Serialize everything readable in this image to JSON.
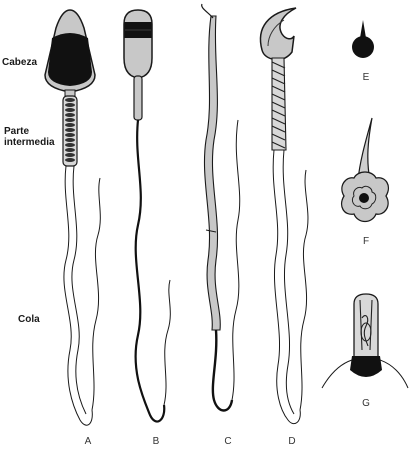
{
  "labels": {
    "head": "Cabeza",
    "midpiece_line1": "Parte",
    "midpiece_line2": "intermedia",
    "tail": "Cola"
  },
  "captions": {
    "a": "A",
    "b": "B",
    "c": "C",
    "d": "D",
    "e": "E",
    "f": "F",
    "g": "G"
  },
  "colors": {
    "ink": "#1a1a1a",
    "cell_fill": "#c8c8c8",
    "dark_fill": "#111111",
    "paper": "#ffffff"
  }
}
